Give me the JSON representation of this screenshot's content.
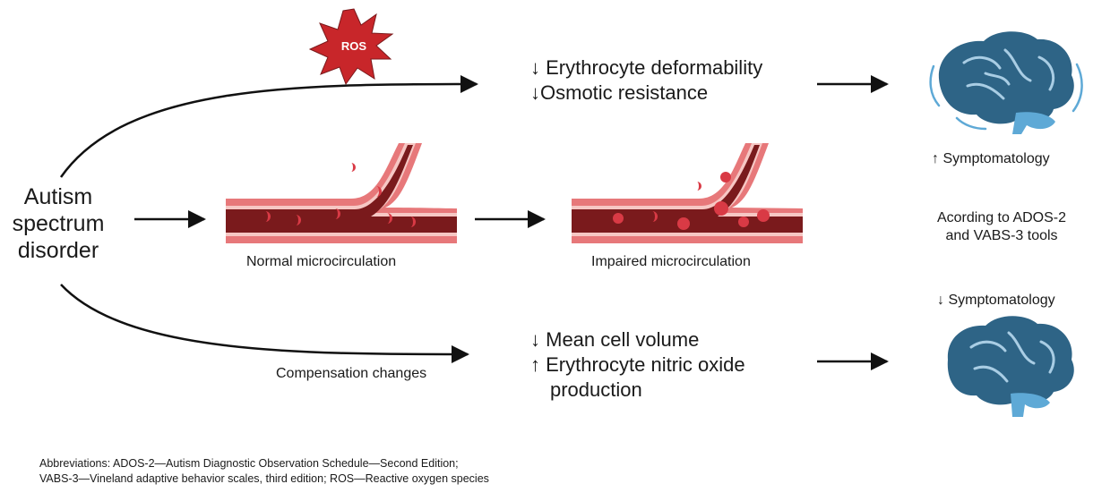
{
  "origin": {
    "lines": [
      "Autism",
      "spectrum",
      "disorder"
    ]
  },
  "ros_badge": "ROS",
  "top_branch": {
    "lines": [
      "↓ Erythrocyte deformability",
      "↓Osmotic resistance"
    ]
  },
  "middle_branch": {
    "normal_label": "Normal microcirculation",
    "impaired_label": "Impaired microcirculation"
  },
  "bottom_branch": {
    "label": "Compensation changes",
    "lines": [
      "↓ Mean cell volume",
      "↑ Erythrocyte nitric oxide",
      "production"
    ]
  },
  "outcomes": {
    "top": "↑ Symptomatology",
    "note_lines": [
      "Acording to ADOS-2",
      "and VABS-3 tools"
    ],
    "bottom": "↓ Symptomatology"
  },
  "abbreviations": {
    "lines": [
      "Abbreviations: ADOS-2—Autism Diagnostic Observation Schedule—Second Edition;",
      "VABS-3—Vineland adaptive behavior scales, third edition; ROS—Reactive oxygen species"
    ]
  },
  "colors": {
    "vessel_outer": "#e7787a",
    "vessel_inner": "#7a1a1c",
    "vessel_wall_light": "#f6c7c4",
    "rbc": "#d93a45",
    "ros_star": "#c8262a",
    "brain": "#2e6486",
    "brain_stem": "#5ea9d6",
    "arrow": "#111111"
  }
}
